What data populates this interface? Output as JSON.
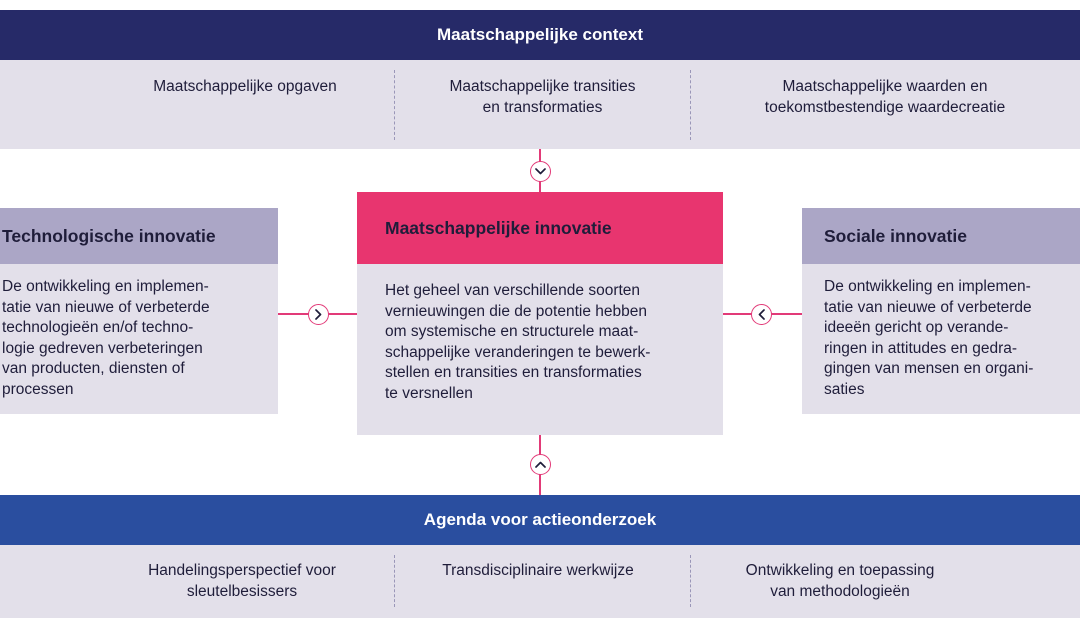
{
  "top_band": {
    "title": "Maatschappelijke context",
    "header_color": "#262a68",
    "items": [
      {
        "text": "Maatschappelijke opgaven"
      },
      {
        "text": "Maatschappelijke transities\nen transformaties"
      },
      {
        "text": "Maatschappelijke waarden en\ntoekomstbestendige waardecreatie"
      }
    ]
  },
  "left_box": {
    "title": "Technologische innovatie",
    "body": "De ontwikkeling en implemen-\ntatie van nieuwe of verbeterde\ntechnologieën en/of techno-\nlogie gedreven verbeteringen\nvan producten, diensten of\nprocessen",
    "header_color": "#aba6c6"
  },
  "center_box": {
    "title": "Maatschappelijke innovatie",
    "body": "Het geheel van verschillende soorten\nvernieuwingen die de potentie hebben\nom systemische en structurele maat-\nschappelijke veranderingen te bewerk-\nstellen en transities en transformaties\nte versnellen",
    "header_color": "#e8356f"
  },
  "right_box": {
    "title": "Sociale innovatie",
    "body": "De ontwikkeling en implemen-\ntatie van nieuwe of verbeterde\nideeën gericht op verande-\nringen in attitudes en gedra-\ngingen van mensen en organi-\nsaties",
    "header_color": "#aba6c6"
  },
  "bottom_band": {
    "title": "Agenda voor actieonderzoek",
    "header_color": "#2a4e9f",
    "items": [
      {
        "text": "Handelingsperspectief voor\nsleutelbesissers"
      },
      {
        "text": "Transdisciplinaire werkwijze"
      },
      {
        "text": "Ontwikkeling en toepassing\nvan methodologieën"
      }
    ]
  },
  "connector_color": "#e23a78",
  "connector_icons": {
    "top": "chevron-down-icon",
    "bottom": "chevron-up-icon",
    "left": "chevron-right-icon",
    "right": "chevron-left-icon"
  }
}
